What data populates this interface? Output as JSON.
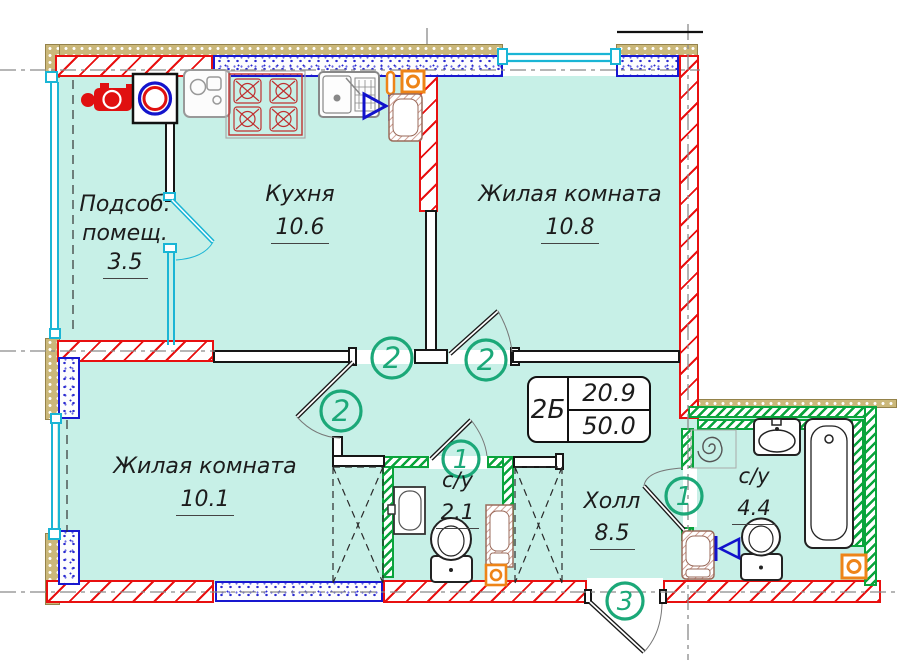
{
  "plan": {
    "unit_info": {
      "type": "2Б",
      "upper": "20.9",
      "lower": "50.0"
    },
    "rooms": {
      "utility": {
        "line1": "Подсоб.",
        "line2": "помещ.",
        "area": "3.5"
      },
      "kitchen": {
        "name": "Кухня",
        "area": "10.6"
      },
      "living_a": {
        "name": "Жилая комната",
        "area": "10.8"
      },
      "living_b": {
        "name": "Жилая комната",
        "area": "10.1"
      },
      "wc_small": {
        "name": "с/у",
        "area": "2.1"
      },
      "hall": {
        "name": "Холл",
        "area": "8.5"
      },
      "wc_large": {
        "name": "с/у",
        "area": "4.4"
      }
    },
    "door_tags": {
      "t2a": "2",
      "t2b": "2",
      "t2c": "2",
      "t1a": "1",
      "t1b": "1",
      "t3": "3"
    },
    "icons": [
      "stove-icon",
      "fridge-icon",
      "kitchen-sink-icon",
      "washing-machine-icon",
      "vent-shaft-icon",
      "heating-unit-icon",
      "tv-outlet-icon",
      "vent-grille-icon",
      "wash-basin-icon",
      "toilet-icon",
      "bathtub-icon",
      "water-heater-icon",
      "fan-spiral-icon"
    ],
    "colors": {
      "interior": "#c7f0e7",
      "red": "#e81010",
      "green": "#0aa43c",
      "tag": "#1ba878",
      "blue": "#1818cf",
      "cyan": "#1ab5d5",
      "tan": "#cbb87a",
      "orange": "#ee8418"
    }
  }
}
